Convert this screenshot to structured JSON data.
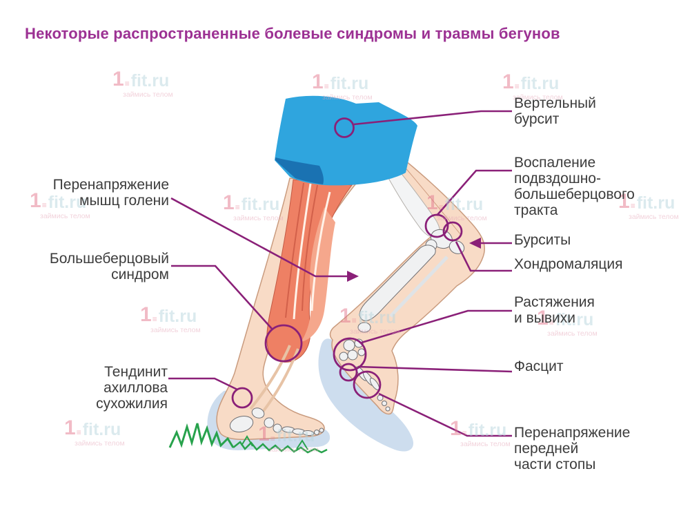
{
  "title": "Некоторые распространенные болевые синдромы и травмы бегунов",
  "watermark": {
    "one": "1",
    "eq": "≡",
    "fit": "fit.ru",
    "tagline": "займись телом"
  },
  "labels": {
    "left": [
      {
        "text": "Перенапряжение\nмышц голени"
      },
      {
        "text": "Большеберцовый\nсиндром"
      },
      {
        "text": "Тендинит\nахиллова\nсухожилия"
      }
    ],
    "right": [
      {
        "text": "Вертельный\nбурсит"
      },
      {
        "text": "Воспаление\nподвздошно-\nбольшеберцового\nтракта"
      },
      {
        "text": "Бурситы"
      },
      {
        "text": "Хондромаляция"
      },
      {
        "text": "Растяжения\nи вывихи"
      },
      {
        "text": "Фасцит"
      },
      {
        "text": "Перенапряжение\nпередней\nчасти стопы"
      }
    ]
  },
  "colors": {
    "title": "#9c3193",
    "annotation": "#8a2078",
    "label_text": "#3c3c3c",
    "shorts_main": "#2fa5de",
    "shorts_dark": "#1a72b2",
    "skin": "#f8dbc6",
    "muscle": "#ee8064",
    "bone": "#f0f1f2",
    "shadow_blue": "#cdddee",
    "grass": "#27a24c"
  }
}
